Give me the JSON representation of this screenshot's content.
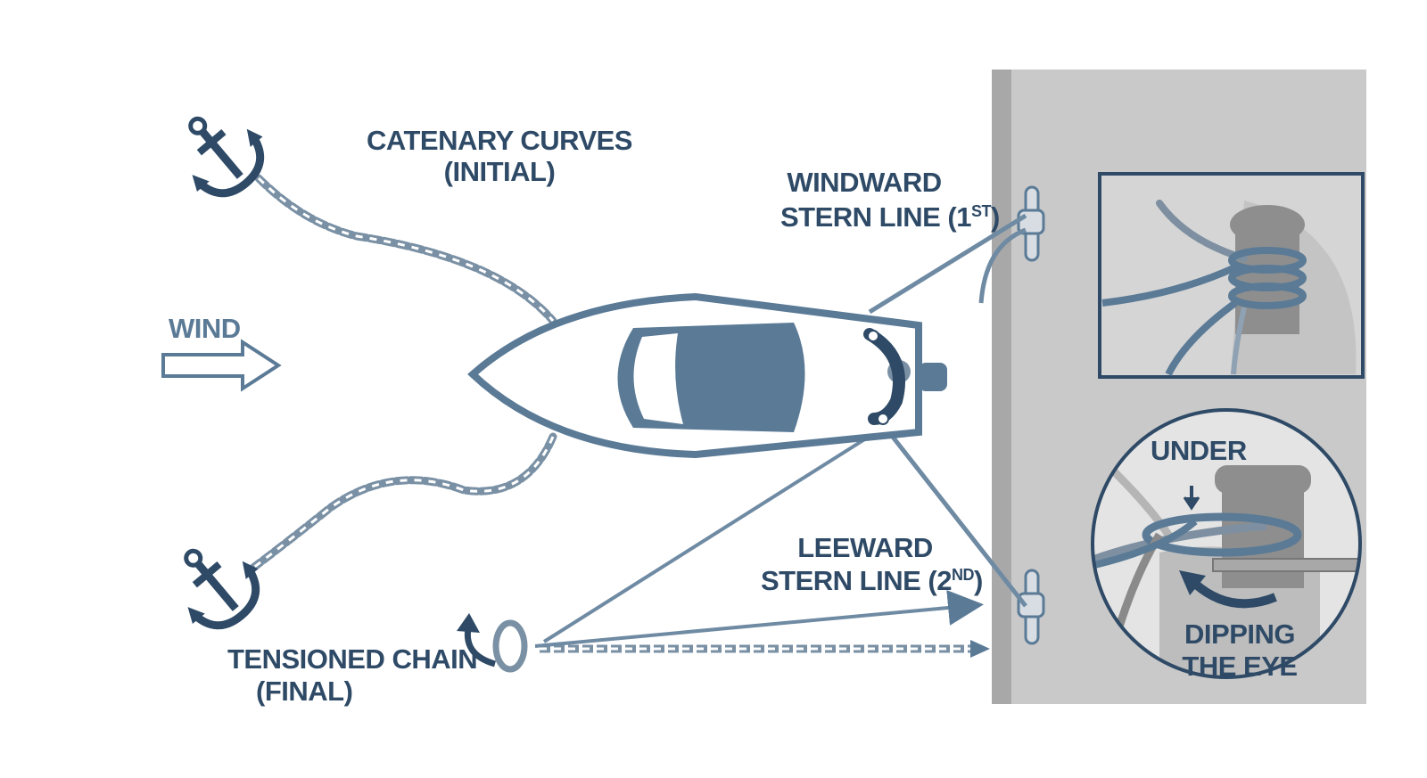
{
  "labels": {
    "catenary_line1": "CATENARY CURVES",
    "catenary_line2": "(INITIAL)",
    "wind": "WIND",
    "windward_line1": "WINDWARD",
    "windward_line2_main": "STERN LINE (1",
    "windward_line2_sup": "ST",
    "windward_line2_end": ")",
    "leeward_line1": "LEEWARD",
    "leeward_line2_main": "STERN LINE (2",
    "leeward_line2_sup": "ND",
    "leeward_line2_end": ")",
    "tensioned_line1": "TENSIONED CHAIN",
    "tensioned_line2": "(FINAL)",
    "under": "UNDER",
    "dipping_line1": "DIPPING",
    "dipping_line2": "THE EYE"
  },
  "icons": [
    "anchor-icon",
    "wind-arrow-icon",
    "cleat-icon",
    "bollard-icon",
    "curved-arrow-icon"
  ],
  "colors": {
    "navy": "#2e4a66",
    "steel": "#5a7a96",
    "line": "#6f8aa3",
    "chain": "#7a90a4",
    "dock": "#c9c9c9",
    "dock_edge": "#a8a8a8",
    "bollard": "#8e8e8e"
  }
}
